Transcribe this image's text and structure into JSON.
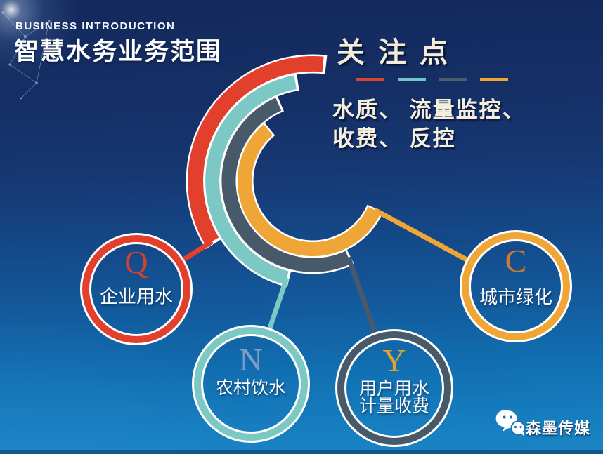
{
  "header": {
    "eyebrow": "BUSINESS INTRODUCTION",
    "title": "智慧水务业务范围"
  },
  "focus": {
    "heading": "关注点",
    "body_line1": "水质、 流量监控、",
    "body_line2": "收费、 反控",
    "legend_colors": [
      "#d6452f",
      "#72c5c1",
      "#4c5d6d",
      "#f0a72f"
    ]
  },
  "nodes": [
    {
      "letter": "Q",
      "letter_color": "#d8402b",
      "color": "#e2402d",
      "label": "企业用水"
    },
    {
      "letter": "N",
      "letter_color": "#7e9cc4",
      "color": "#7cc8c4",
      "label": "农村饮水"
    },
    {
      "letter": "Y",
      "letter_color": "#e0a32e",
      "color": "#485a69",
      "label_line1": "用户用水",
      "label_line2": "计量收费"
    },
    {
      "letter": "C",
      "letter_color": "#cf7b28",
      "color": "#f0a636",
      "label": "城市绿化"
    }
  ],
  "footer": {
    "brand": "森墨传媒",
    "icon": "wechat-icon"
  }
}
